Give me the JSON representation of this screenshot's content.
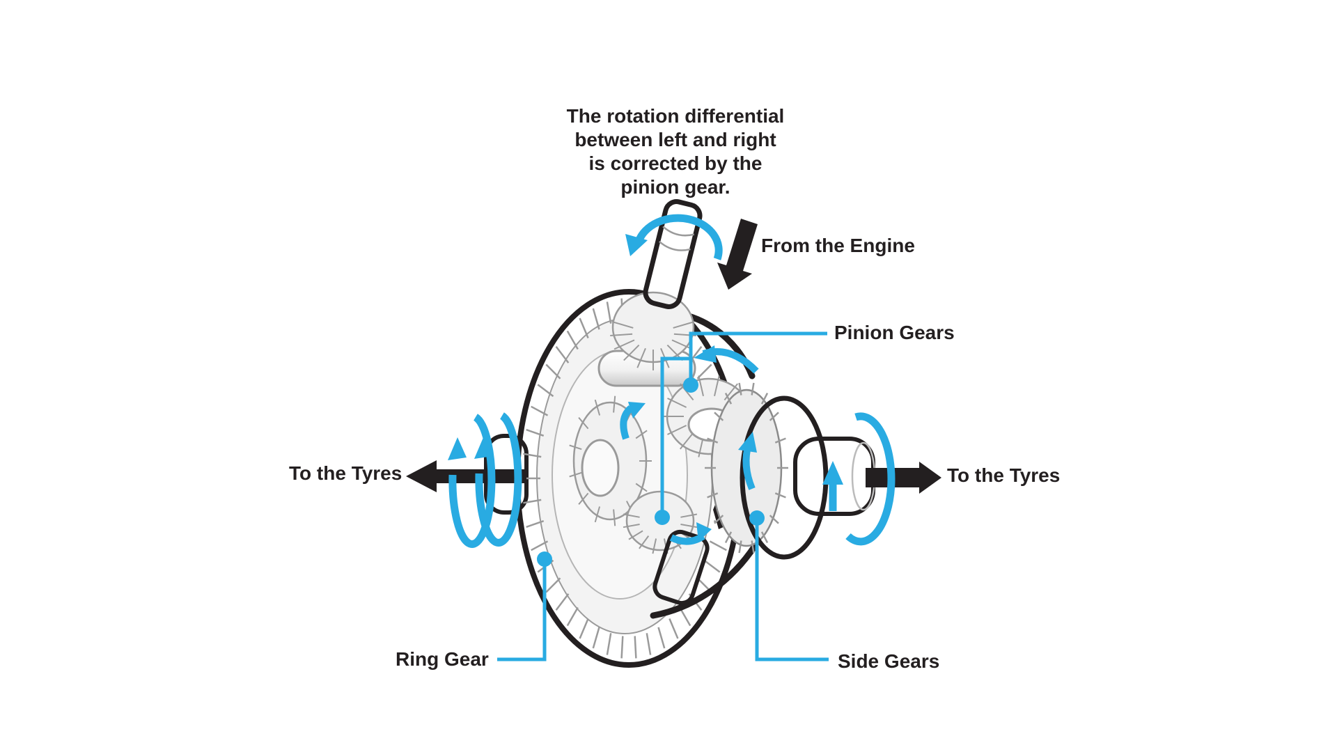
{
  "colors": {
    "accent": "#29ABE2",
    "ink": "#231F20",
    "background": "#FFFFFF",
    "gear_fill_light": "#F3F3F3",
    "gear_detail_line": "#9A9A9A"
  },
  "caption": {
    "lines": [
      "The rotation differential",
      "between left and right",
      "is corrected by the",
      "pinion gear."
    ]
  },
  "labels": {
    "from_engine": "From the Engine",
    "pinion_gears": "Pinion Gears",
    "to_tyres_left": "To the Tyres",
    "to_tyres_right": "To the Tyres",
    "ring_gear": "Ring Gear",
    "side_gears": "Side Gears"
  }
}
